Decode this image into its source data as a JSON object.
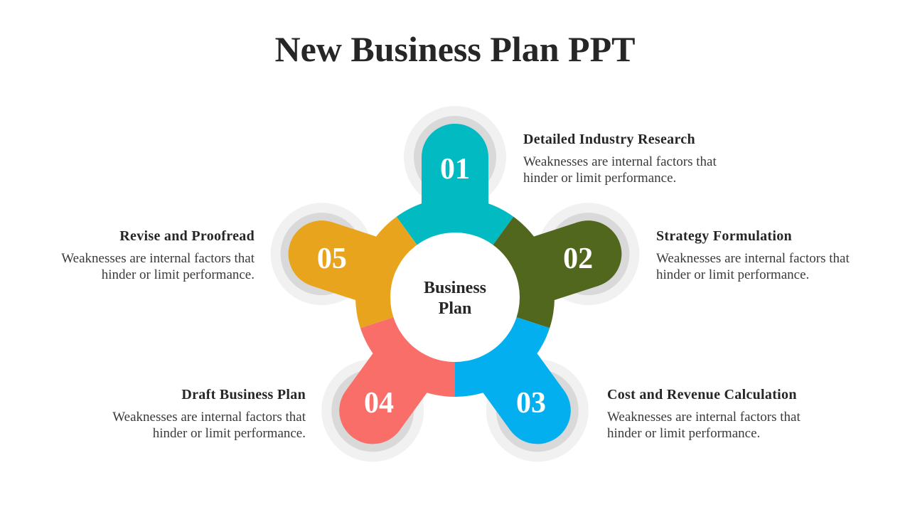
{
  "title": "New Business Plan PPT",
  "center_label": [
    "Business",
    "Plan"
  ],
  "steps": [
    {
      "number": "01",
      "heading": "Detailed Industry Research",
      "text": "Weaknesses are internal factors that hinder or limit performance.",
      "color": "#02BAC2"
    },
    {
      "number": "02",
      "heading": "Strategy Formulation",
      "text": "Weaknesses are internal factors that hinder or limit performance.",
      "color": "#52671E"
    },
    {
      "number": "03",
      "heading": "Cost and Revenue Calculation",
      "text": "Weaknesses are internal factors that hinder or limit performance.",
      "color": "#03AFEE"
    },
    {
      "number": "04",
      "heading": "Draft Business Plan",
      "text": "Weaknesses are internal factors that hinder or limit performance.",
      "color": "#FA6E69"
    },
    {
      "number": "05",
      "heading": "Revise and Proofread",
      "text": "Weaknesses are internal factors that hinder or limit performance.",
      "color": "#E9A41E"
    }
  ]
}
